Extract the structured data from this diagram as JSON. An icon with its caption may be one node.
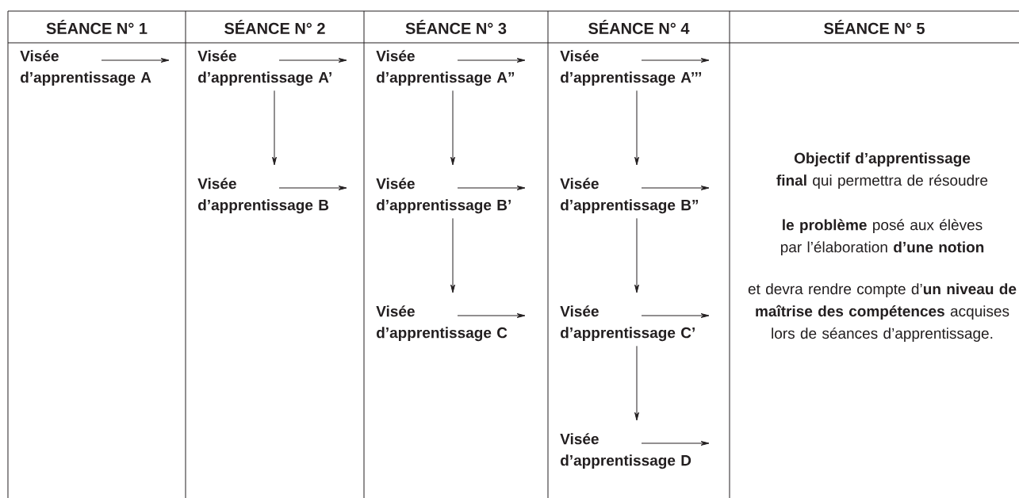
{
  "diagram": {
    "nodes": [
      {
        "text": [
          "Visée d’apprentissage A"
        ]
      },
      {
        "text": [
          "Visée d’apprentissage A’"
        ]
      },
      {
        "text": [
          "Visée d’apprentissage B"
        ]
      },
      {
        "text": [
          "Visée d’apprentissage A”"
        ]
      },
      {
        "text": [
          "Visée d’apprentissage B’"
        ]
      },
      {
        "text": [
          "Visée d’apprentissage C"
        ]
      },
      {
        "text": [
          "Visée d’apprentissage A’’’"
        ]
      },
      {
        "text": [
          "Visée d’apprentissage B”"
        ]
      },
      {
        "text": [
          "Visée d’apprentissage C’"
        ]
      },
      {
        "text": [
          "Visée d’apprentissage D"
        ]
      }
    ],
    "edges": [
      {
        "from": 0,
        "to": null,
        "arrow": "to"
      },
      {
        "from": 1,
        "to": null,
        "arrow": "to"
      },
      {
        "from": 2,
        "to": null,
        "arrow": "to"
      },
      {
        "from": 3,
        "to": null,
        "arrow": "to"
      },
      {
        "from": 4,
        "to": null,
        "arrow": "to"
      },
      {
        "from": 5,
        "to": null,
        "arrow": "to"
      },
      {
        "from": 6,
        "to": null,
        "arrow": "to"
      },
      {
        "from": 7,
        "to": null,
        "arrow": "to"
      },
      {
        "from": 8,
        "to": null,
        "arrow": "to"
      },
      {
        "from": 9,
        "to": null,
        "arrow": "to"
      },
      {
        "from": 1,
        "to": 2,
        "arrow": "to"
      },
      {
        "from": 3,
        "to": 4,
        "arrow": "to"
      },
      {
        "from": 4,
        "to": 5,
        "arrow": "to"
      },
      {
        "from": 6,
        "to": 7,
        "arrow": "to"
      },
      {
        "from": 7,
        "to": 8,
        "arrow": "to"
      },
      {
        "from": 8,
        "to": 9,
        "arrow": "to"
      }
    ],
    "labels": [
      "SÉANCE N° 1",
      "SÉANCE N° 2",
      "SÉANCE N° 3",
      "SÉANCE N° 4",
      "SÉANCE N° 5",
      "**Objectif d’apprentissage final** qui permettra de résoudre",
      "**le problème** posé aux élèves par l’élaboration **d’une notion**",
      "et devra rendre compte d’**un niveau de maîtrise des compétences** acquises lors de séances d’apprentissage."
    ]
  }
}
